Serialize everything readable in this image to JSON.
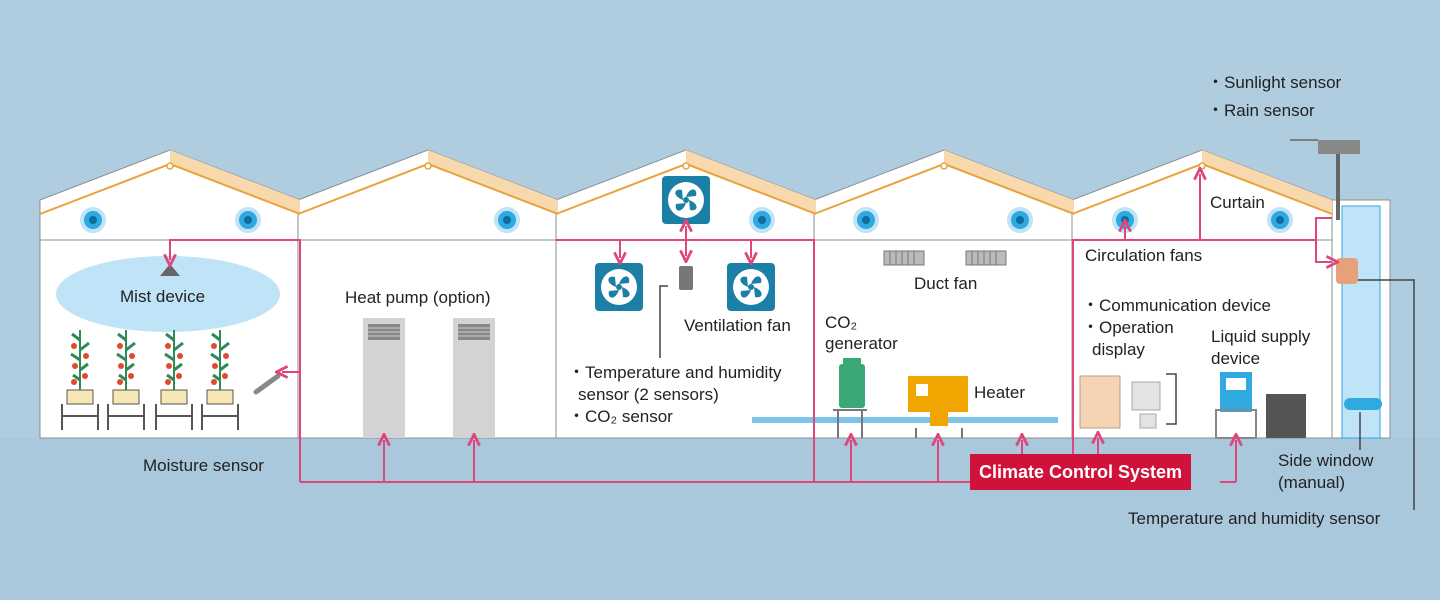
{
  "labels": {
    "sunlight_sensor": "・Sunlight sensor",
    "rain_sensor": "・Rain sensor",
    "curtain": "Curtain",
    "circulation_fans": "Circulation fans",
    "mist_device": "Mist device",
    "heat_pump": "Heat pump (option)",
    "duct_fan": "Duct fan",
    "ventilation_fan": "Ventilation fan",
    "co2_generator_line1": "CO₂",
    "co2_generator_line2": "generator",
    "heater": "Heater",
    "temp_humidity_2_line1": "・Temperature and humidity",
    "temp_humidity_2_line2": "sensor (2 sensors)",
    "co2_sensor": "・CO₂ sensor",
    "communication_device": "・Communication device",
    "operation_display_line1": "・Operation",
    "operation_display_line2": "display",
    "liquid_supply_line1": "Liquid supply",
    "liquid_supply_line2": "device",
    "moisture_sensor": "Moisture sensor",
    "side_window_line1": "Side window",
    "side_window_line2": "(manual)",
    "temp_humidity_sensor": "Temperature and humidity sensor"
  },
  "climate_control_system": "Climate Control System",
  "colors": {
    "background": "#b0cde0",
    "ground": "#a9c8dc",
    "building_fill": "#ffffff",
    "building_outline": "#8a8f96",
    "roof_accent": "#e8a23a",
    "roof_shade": "#f8d8ad",
    "control_line": "#e0457b",
    "system_badge": "#d0123a",
    "fan_teal": "#1b7fa6",
    "circ_fan_blue": "#2fa9df",
    "mist_cloud": "#bfe3f7",
    "heater_orange": "#f0a500",
    "co2_green": "#3aa876",
    "pipe_blue": "#7ec4e8"
  }
}
